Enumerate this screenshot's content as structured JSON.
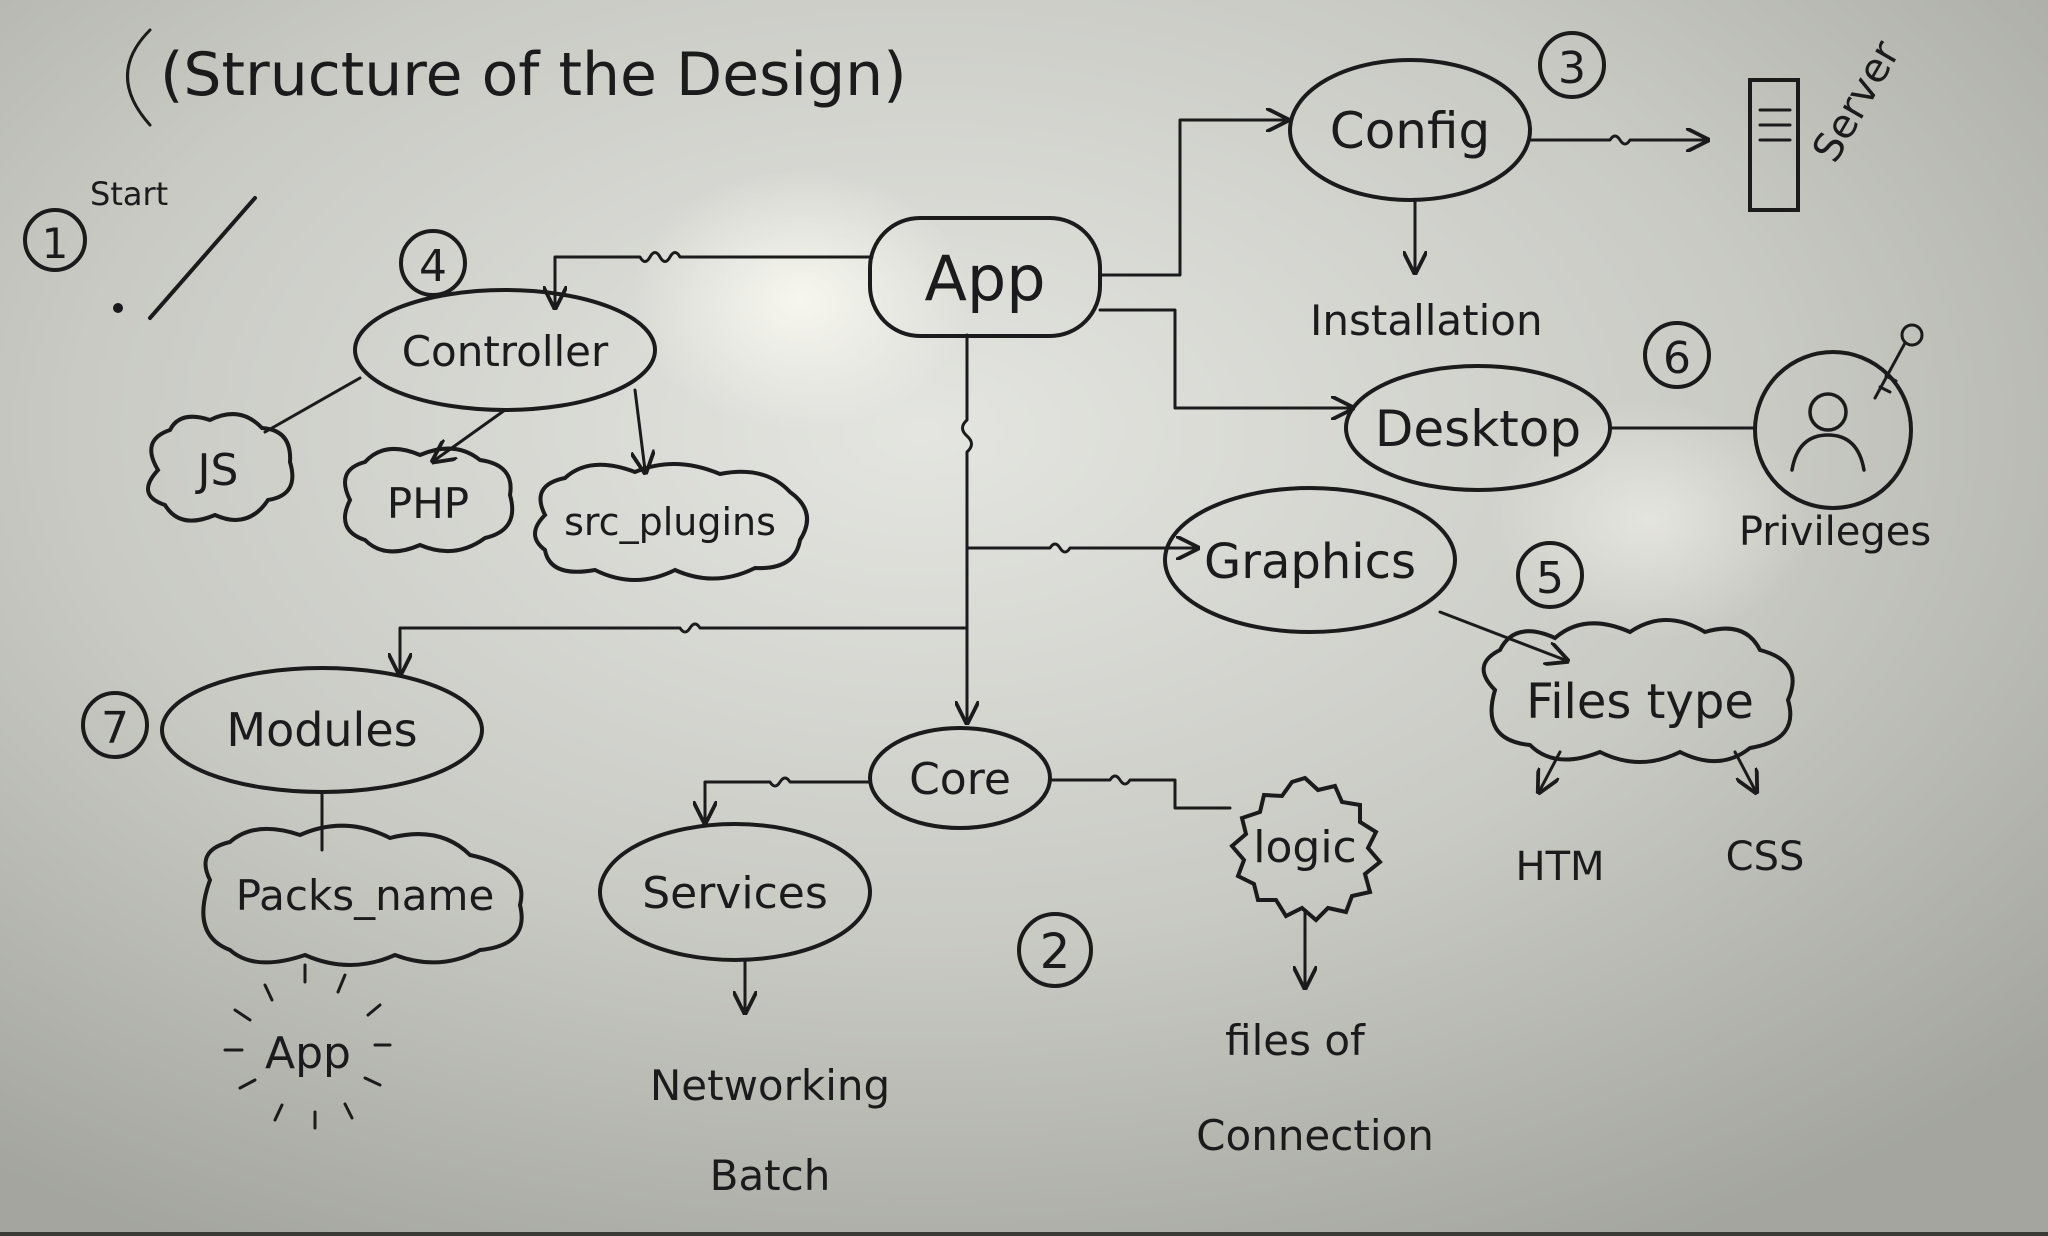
{
  "title": "(Structure of the Design)",
  "start": {
    "number": "1",
    "label": "Start"
  },
  "nodes": {
    "app": "App",
    "config": "Config",
    "config_number": "3",
    "server": "Server",
    "installation": "Installation",
    "desktop": "Desktop",
    "desktop_number": "6",
    "privileges": "Privileges",
    "graphics": "Graphics",
    "graphics_number": "5",
    "files_type": "Files type",
    "htm": "HTM",
    "css": "CSS",
    "controller": "Controller",
    "controller_number": "4",
    "js": "JS",
    "php": "PHP",
    "src_plugins": "src_plugins",
    "modules": "Modules",
    "modules_number": "7",
    "packs_name": "Packs_name",
    "modules_app": "App",
    "core": "Core",
    "core_number": "2",
    "services": "Services",
    "networking": "Networking",
    "batch": "Batch",
    "logic": "logic",
    "files_of": "files of",
    "connection": "Connection"
  }
}
